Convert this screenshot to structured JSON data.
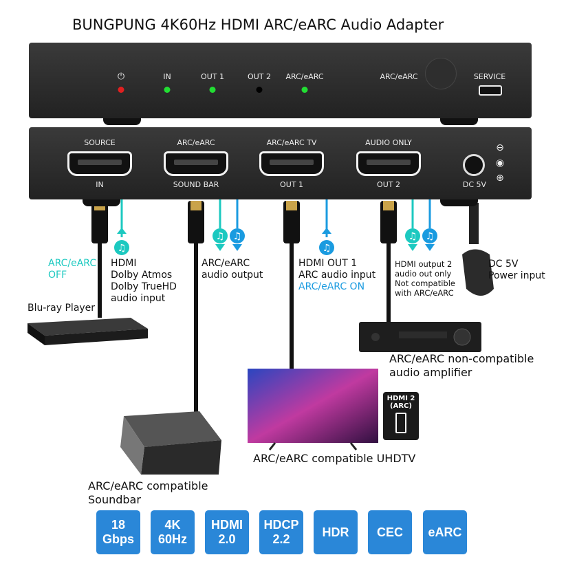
{
  "title": "BUNGPUNG 4K60Hz HDMI ARC/eARC Audio Adapter",
  "top_panel": {
    "indicators": [
      {
        "label": "⏻",
        "led": "#e02020"
      },
      {
        "label": "IN",
        "led": "#22dd33"
      },
      {
        "label": "OUT 1",
        "led": "#22dd33"
      },
      {
        "label": "OUT 2",
        "led": "#000000"
      },
      {
        "label": "ARC/eARC",
        "led": "#22dd33"
      }
    ],
    "arc_button_label": "ARC/eARC",
    "service_label": "SERVICE"
  },
  "rear_panel": {
    "ports": [
      {
        "top": "SOURCE",
        "bottom": "IN"
      },
      {
        "top": "ARC/eARC",
        "bottom": "SOUND BAR"
      },
      {
        "top": "ARC/eARC TV",
        "bottom": "OUT 1"
      },
      {
        "top": "AUDIO ONLY",
        "bottom": "OUT 2"
      }
    ],
    "dc_label": "DC 5V"
  },
  "annotations": {
    "arc_off": [
      "ARC/eARC",
      "OFF"
    ],
    "hdmi_in": [
      "HDMI",
      "Dolby Atmos",
      "Dolby TrueHD",
      "audio input"
    ],
    "arc_out": [
      "ARC/eARC",
      "audio output"
    ],
    "out1": [
      "HDMI OUT 1",
      "ARC audio input"
    ],
    "arc_on": "ARC/eARC ON",
    "out2": [
      "HDMI output 2",
      "audio out only",
      "Not compatible",
      "with ARC/eARC"
    ],
    "power": [
      "DC 5V",
      "Power input"
    ]
  },
  "devices": {
    "bluray": "Blu-ray Player",
    "amplifier": [
      "ARC/eARC non-compatible",
      "audio amplifier"
    ],
    "tv": "ARC/eARC compatible UHDTV",
    "tv_port_badge": [
      "HDMI 2",
      "(ARC)"
    ],
    "soundbar": [
      "ARC/eARC compatible",
      "Soundbar"
    ]
  },
  "features": [
    [
      "18",
      "Gbps"
    ],
    [
      "4K",
      "60Hz"
    ],
    [
      "HDMI",
      "2.0"
    ],
    [
      "HDCP",
      "2.2"
    ],
    [
      "HDR",
      ""
    ],
    [
      "CEC",
      ""
    ],
    [
      "eARC",
      ""
    ]
  ],
  "colors": {
    "arc_cyan": "#1cc9c0",
    "arc_blue": "#1a9be0",
    "badge_blue": "#2a87d8",
    "device": "#2a2a2a"
  }
}
